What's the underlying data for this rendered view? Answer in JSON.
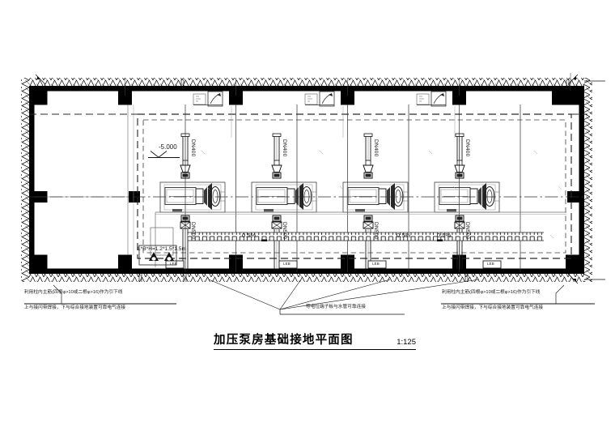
{
  "drawing": {
    "title": "加压泵房基础接地平面图",
    "scale": "1:125",
    "elevation_marker": "-5.000",
    "foundation_dim": "L*B*H=1.2*1.5*1.5m",
    "slope_labels": [
      "0.5%",
      "0.5%",
      "0.5%"
    ],
    "inlet_pipe_label": "DN400",
    "outlet_pipe_label": "DN500",
    "leb_label": "LEB",
    "pump_count": 4,
    "pumps": [
      {
        "id": "pump-1",
        "inlet": "DN400",
        "outlet": "DN500"
      },
      {
        "id": "pump-2",
        "inlet": "DN400",
        "outlet": "DN500"
      },
      {
        "id": "pump-3",
        "inlet": "DN400",
        "outlet": "DN500"
      },
      {
        "id": "pump-4",
        "inlet": "DN400",
        "outlet": "DN500"
      }
    ],
    "notes": {
      "left": {
        "line1": "利用柱内主筋(四根φ>10或二根φ>16)作为引下线",
        "line2": "上与接闪带焊接，下与综合接地装置可靠电气连接"
      },
      "right": {
        "line1": "利用柱内主筋(四根φ>10或二根φ>16)作为引下线",
        "line2": "上与接闪带焊接，下与综合接地装置可靠电气连接"
      },
      "center": {
        "line1": "等电位端子板与水管可靠连接"
      }
    },
    "colors": {
      "line": "#000000",
      "wall_fill": "#000000",
      "background": "#ffffff",
      "dash": "#3a3a3a",
      "thin": "#555555"
    }
  }
}
